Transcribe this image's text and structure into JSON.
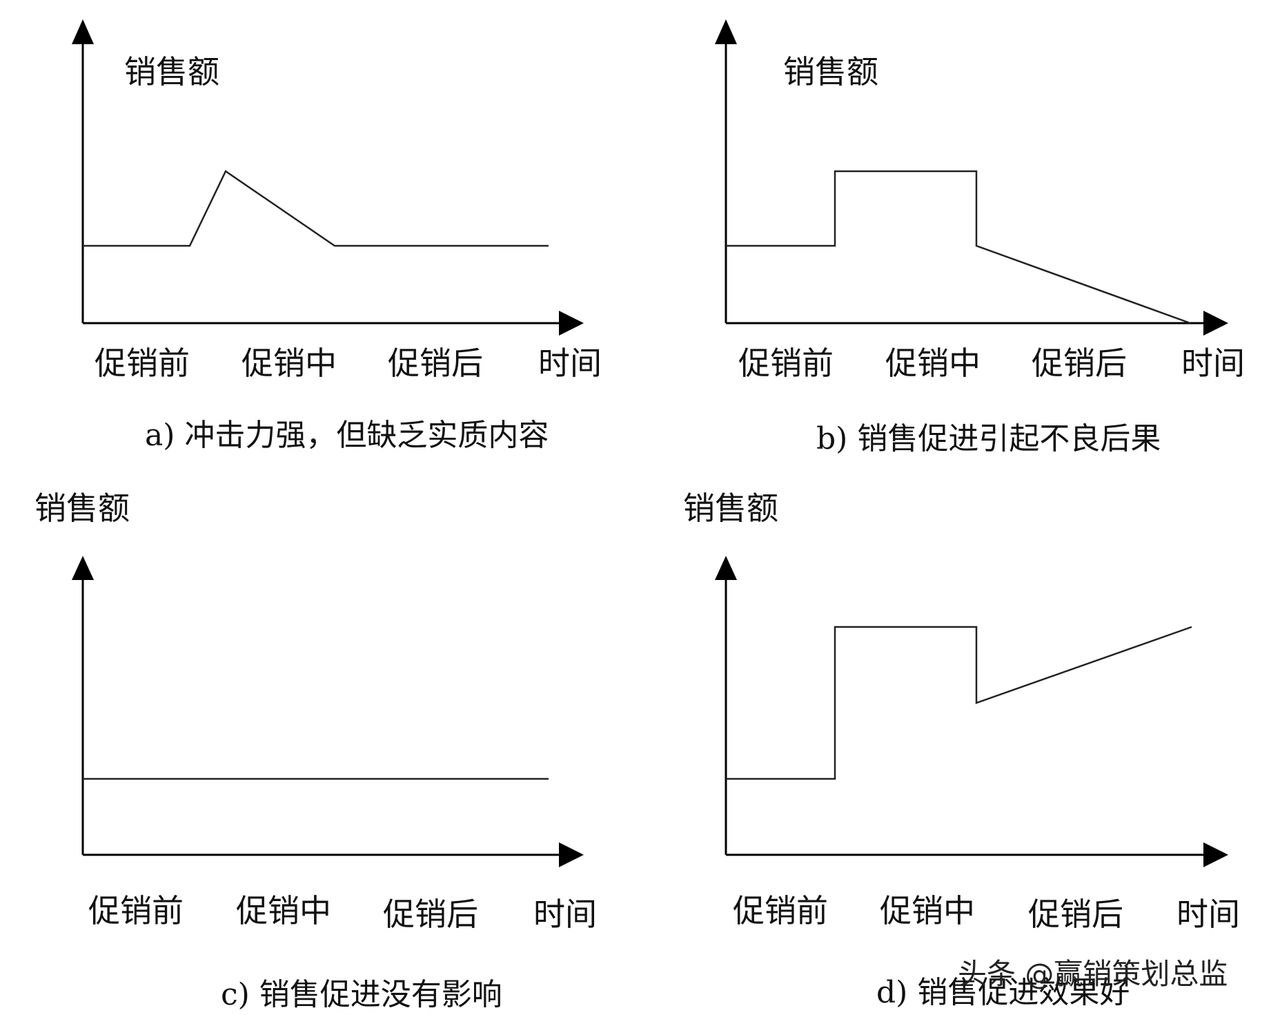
{
  "panels": [
    {
      "ylabel": "销售额",
      "ticks": [
        "促销前",
        "促销中",
        "促销后",
        "时间"
      ],
      "caption": "a) 冲击力强，但缺乏实质内容",
      "shape": "spike"
    },
    {
      "ylabel": "销售额",
      "ticks": [
        "促销前",
        "促销中",
        "促销后",
        "时间"
      ],
      "caption": "b) 销售促进引起不良后果",
      "shape": "step-then-decline"
    },
    {
      "ylabel": "销售额",
      "ticks": [
        "促销前",
        "促销中",
        "促销后",
        "时间"
      ],
      "caption": "c) 销售促进没有影响",
      "shape": "flat"
    },
    {
      "ylabel": "销售额",
      "ticks": [
        "促销前",
        "促销中",
        "促销后",
        "时间"
      ],
      "caption": "d) 销售促进效果好",
      "shape": "step-then-rise"
    }
  ],
  "watermark": "头条 @赢销策划总监",
  "colors": {
    "line": "#222222",
    "axis": "#000000",
    "background": "#ffffff"
  }
}
